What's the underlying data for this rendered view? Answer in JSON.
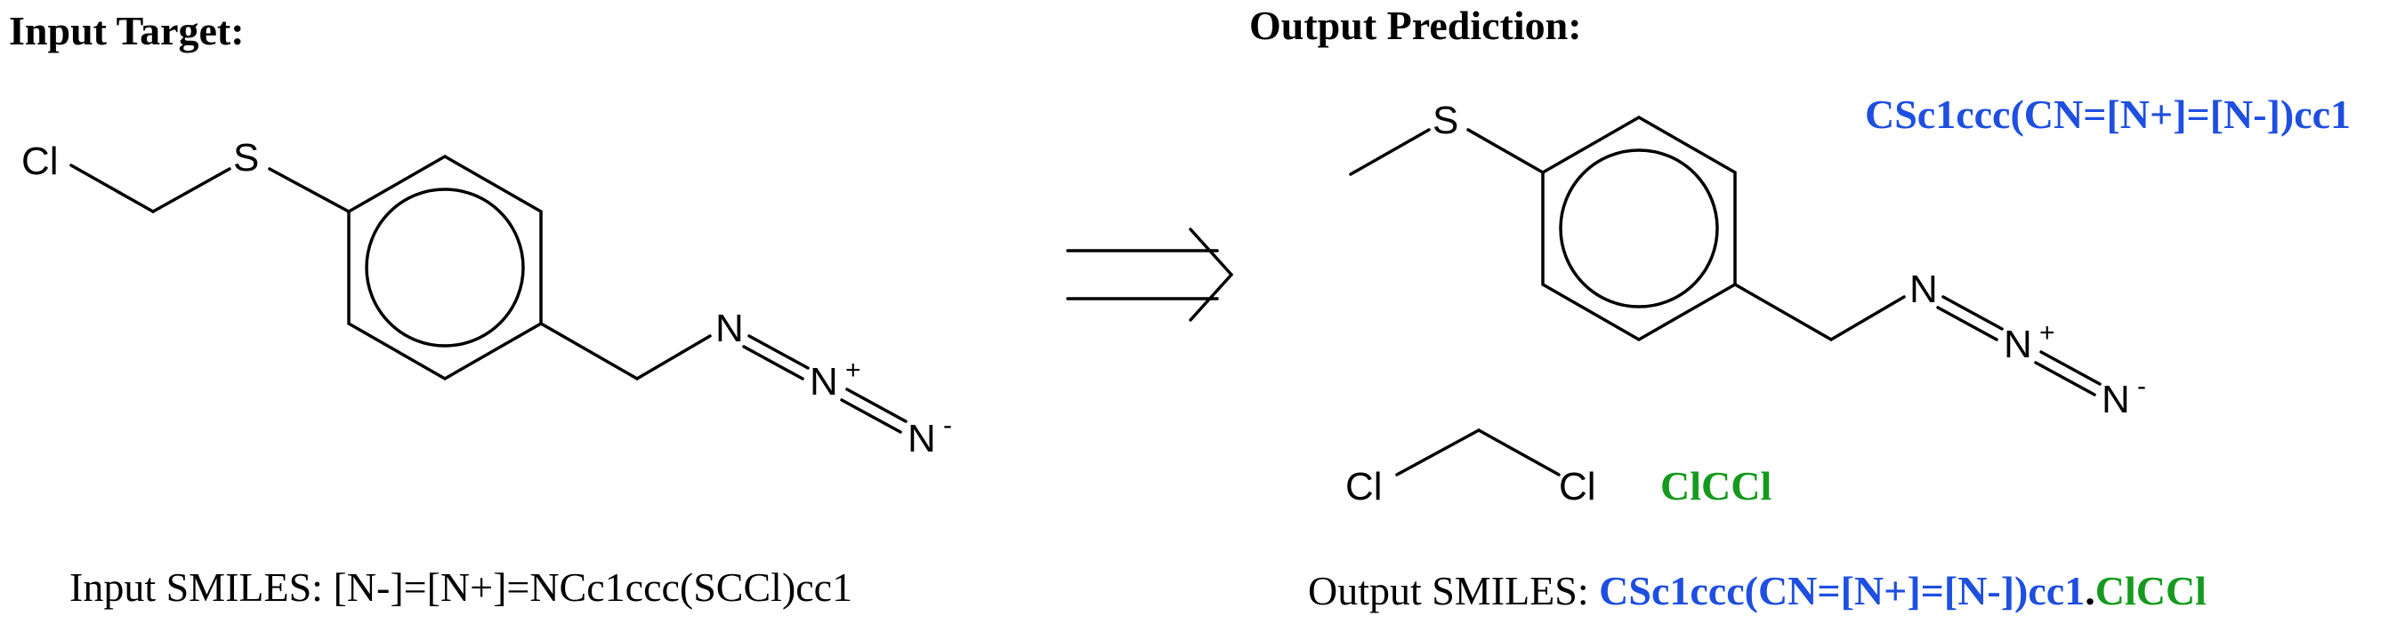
{
  "input": {
    "heading": "Input Target:",
    "smiles_prefix": "Input SMILES:",
    "smiles": "[N-]=[N+]=NCc1ccc(SCCl)cc1",
    "atoms": {
      "cl": "Cl",
      "s": "S",
      "n1": "N",
      "n2": "N",
      "n2_charge": "+",
      "n3": "N",
      "n3_charge": "-"
    }
  },
  "output": {
    "heading": "Output Prediction:",
    "smiles_prefix": "Output SMILES:",
    "product_smiles": "CSc1ccc(CN=[N+]=[N-])cc1",
    "separator": ".",
    "reagent_smiles": "ClCCl",
    "atoms": {
      "s": "S",
      "n1": "N",
      "n2": "N",
      "n2_charge": "+",
      "n3": "N",
      "n3_charge": "-",
      "cl_left": "Cl",
      "cl_right": "Cl"
    }
  },
  "colors": {
    "product": "#1e4fe0",
    "reagent": "#159a1f",
    "text": "#000000"
  },
  "icons": {
    "arrow": "retrosynthesis-arrow-icon"
  }
}
